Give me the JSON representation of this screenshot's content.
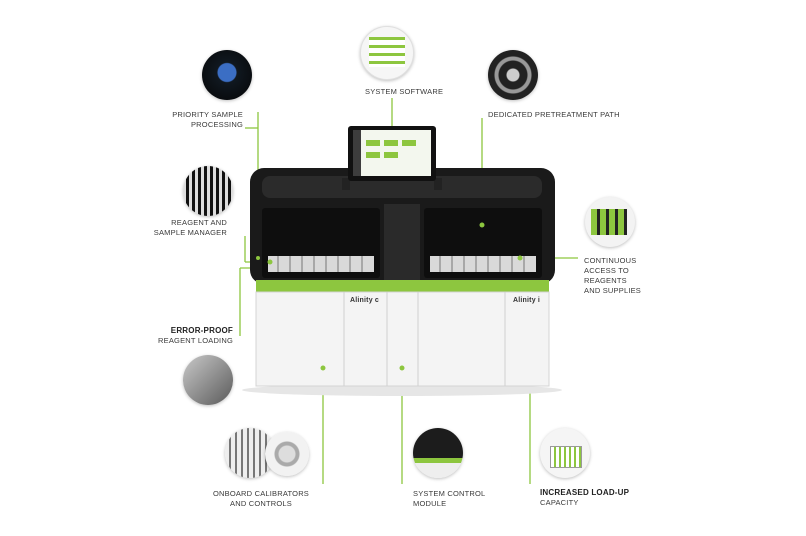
{
  "labels": {
    "priority": {
      "line1": "PRIORITY SAMPLE",
      "line2": "PROCESSING"
    },
    "software": {
      "line1": "SYSTEM SOFTWARE"
    },
    "pretreatment": {
      "line1": "DEDICATED PRETREATMENT PATH"
    },
    "reagent_manager": {
      "line1": "REAGENT AND",
      "line2": "SAMPLE MANAGER"
    },
    "error_proof": {
      "bold": "ERROR-PROOF",
      "line1": "REAGENT LOADING"
    },
    "continuous": {
      "line1": "CONTINUOUS",
      "line2": "ACCESS TO",
      "line3": "REAGENTS",
      "line4": "AND SUPPLIES"
    },
    "calibrators": {
      "line1": "ONBOARD CALIBRATORS",
      "line2": "AND CONTROLS"
    },
    "control_module": {
      "line1": "SYSTEM CONTROL",
      "line2": "MODULE"
    },
    "load_up": {
      "bold": "INCREASED LOAD-UP",
      "line1": "CAPACITY"
    }
  },
  "brand": {
    "left_logo": "Alinity c",
    "right_logo": "Alinity i"
  },
  "colors": {
    "accent": "#8dc63f",
    "dark": "#1c1c1c",
    "panel": "#f4f4f4"
  }
}
